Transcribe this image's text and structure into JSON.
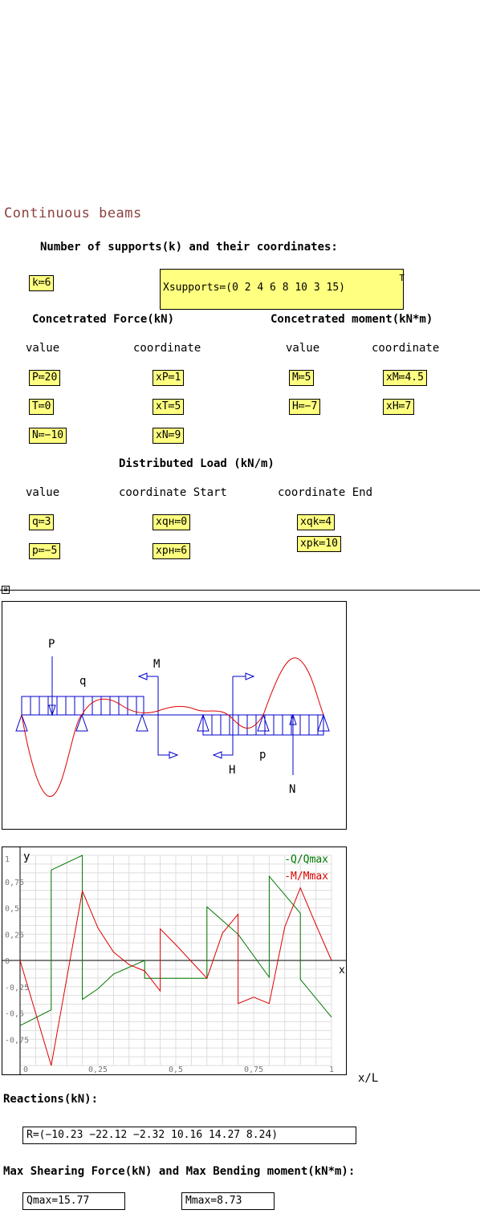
{
  "title": "Continuous beams",
  "supports_heading": "Number of supports(k) and their coordinates:",
  "k": "k≔6",
  "xsupports": "Xsupports≔(0  2  4  6  8  10  3  15)",
  "xsupports_sup": "T",
  "force_heading": "Concetrated Force(kN)",
  "moment_heading": "Concetrated moment(kN*m)",
  "col_value": "value",
  "col_coordinate": "coordinate",
  "forces": {
    "P": "P≔20",
    "xP": "xP≔1",
    "T": "T≔0",
    "xT": "xT≔5",
    "N": "N≔−10",
    "xN": "xN≔9"
  },
  "moments": {
    "M": "M≔5",
    "xM": "xM≔4.5",
    "H": "H≔−7",
    "xH": "xH≔7"
  },
  "dist_heading": "Distributed Load (kN/m)",
  "col_coord_start": "coordinate Start",
  "col_coord_end": "coordinate End",
  "dist": {
    "q": "q≔3",
    "xqn": "xqн≔0",
    "xqk": "xqk≔4",
    "p": "p≔−5",
    "xpn": "xpн≔6",
    "xpk": "xpk≔10"
  },
  "expand_icon": "⊞",
  "diagram_labels": {
    "P": "P",
    "q": "q",
    "M": "M",
    "H": "H",
    "p": "p",
    "N": "N"
  },
  "colors": {
    "load": "#0000cc",
    "moment_curve": "#dd0000",
    "shear_curve": "#007700"
  },
  "chart_data": {
    "type": "line",
    "xlabel": "x/L",
    "ylabel": "y",
    "xlim": [
      0,
      1
    ],
    "ylim": [
      -1,
      1
    ],
    "x_tick_labels": [
      "0",
      "0,25",
      "0,5",
      "0,75",
      "1"
    ],
    "y_tick_labels": [
      "1",
      "0,75",
      "0,5",
      "0,25",
      "0",
      "-0,25",
      "-0,5",
      "-0,75"
    ],
    "axis_x_label": "x",
    "grid": true,
    "legend": "top-right",
    "series": [
      {
        "name": "-Q/Qmax",
        "color": "#007700",
        "points": [
          [
            0,
            -0.62
          ],
          [
            0.1,
            -0.47
          ],
          [
            0.1,
            0.86
          ],
          [
            0.2,
            1.0
          ],
          [
            0.2,
            -0.37
          ],
          [
            0.25,
            -0.27
          ],
          [
            0.3,
            -0.13
          ],
          [
            0.4,
            0.0
          ],
          [
            0.4,
            -0.17
          ],
          [
            0.5,
            -0.17
          ],
          [
            0.6,
            -0.17
          ],
          [
            0.6,
            0.51
          ],
          [
            0.7,
            0.25
          ],
          [
            0.8,
            -0.16
          ],
          [
            0.8,
            0.8
          ],
          [
            0.9,
            0.45
          ],
          [
            0.9,
            -0.18
          ],
          [
            1.0,
            -0.54
          ]
        ]
      },
      {
        "name": "-M/Mmax",
        "color": "#dd0000",
        "points": [
          [
            0,
            0.0
          ],
          [
            0.1,
            -1.0
          ],
          [
            0.2,
            0.66
          ],
          [
            0.25,
            0.31
          ],
          [
            0.3,
            0.08
          ],
          [
            0.35,
            -0.04
          ],
          [
            0.4,
            -0.1
          ],
          [
            0.45,
            -0.29
          ],
          [
            0.45,
            0.3
          ],
          [
            0.5,
            0.15
          ],
          [
            0.6,
            -0.17
          ],
          [
            0.65,
            0.26
          ],
          [
            0.7,
            0.44
          ],
          [
            0.7,
            -0.41
          ],
          [
            0.75,
            -0.35
          ],
          [
            0.8,
            -0.41
          ],
          [
            0.85,
            0.32
          ],
          [
            0.9,
            0.69
          ],
          [
            0.95,
            0.34
          ],
          [
            1.0,
            0.0
          ]
        ]
      }
    ]
  },
  "reactions_heading": "Reactions(kN):",
  "reactions": "R=(−10.23  −22.12  −2.32  10.16  14.27  8.24)",
  "max_heading": "Max Shearing Force(kN) and Max Bending moment(kN*m):",
  "qmax": "Qmax=15.77",
  "mmax": "Mmax=8.73"
}
